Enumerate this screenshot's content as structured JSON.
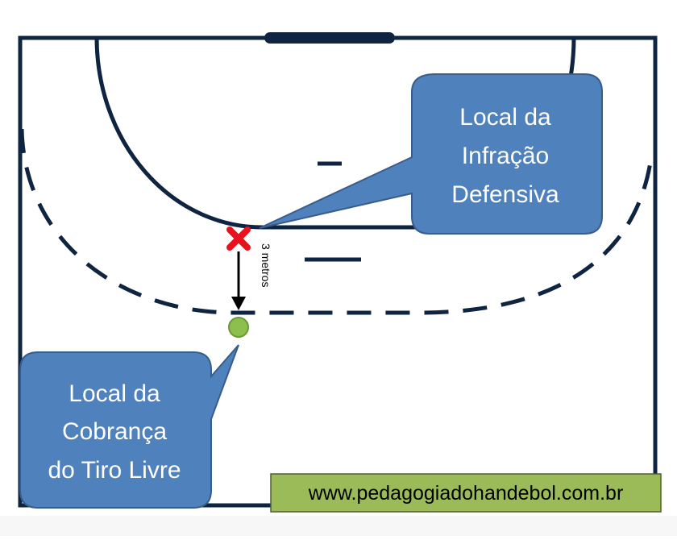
{
  "callout_infraction": {
    "lines": [
      "Local da",
      "Infração",
      "Defensiva"
    ]
  },
  "callout_free_throw": {
    "lines": [
      "Local da",
      "Cobrança",
      "do Tiro Livre"
    ]
  },
  "distance_label": "3 metros",
  "website": "www.pedagogiadohandebol.com.br",
  "colors": {
    "court_line": "#0f2440",
    "callout_fill": "#4f81bd",
    "callout_stroke": "#385d8a",
    "callout_text": "#ffffff",
    "foul_marker": "#e8121f",
    "ball": "#8cbf4d",
    "website_bg": "#9bbb59",
    "website_border": "#4f6228"
  },
  "icons": {
    "foul_marker": "x-mark-icon",
    "ball": "circle-ball-icon",
    "arrow": "arrow-down-icon"
  }
}
